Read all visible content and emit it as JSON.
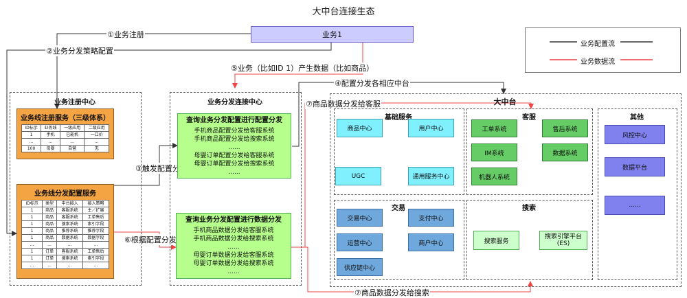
{
  "title": "大中台连接生态",
  "business1": "业务1",
  "legend": {
    "config_flow": "业务配置流",
    "data_flow": "业务数据流"
  },
  "edges": {
    "e1": "①业务注册",
    "e2": "②业务分发策略配置",
    "e3": "③触发配置分发",
    "e4": "④配置分发各相应中台",
    "e5": "⑤业务（比如ID 1）产生数据（比如商品）",
    "e6": "⑥根据配置分发数据",
    "e7a": "⑦商品数据分发给客服",
    "e7b": "⑦商品数据分发给搜索"
  },
  "reg_center": {
    "title": "业务注册中心",
    "service1": {
      "title": "业务线注册服务（三级体系）",
      "headers": [
        "ID标示",
        "业务线",
        "一级应用",
        "二级应用"
      ],
      "rows": [
        [
          "1",
          "手机",
          "已能机",
          "一口价"
        ],
        [
          "...",
          "...",
          "...",
          "..."
        ],
        [
          "100",
          "母婴",
          "自营",
          "无"
        ]
      ]
    },
    "service2": {
      "title": "业务线分发配置服务",
      "headers": [
        "ID标示",
        "类型",
        "中台接入",
        "接入策略"
      ],
      "rows": [
        [
          "1",
          "商品",
          "客服系统",
          "主／扩展"
        ],
        [
          "1",
          "商品",
          "客服系统",
          "工单售后"
        ],
        [
          "1",
          "商品",
          "搜索系统",
          "索引字段"
        ],
        [
          "1",
          "商品",
          "推荐系统",
          "推荐字段"
        ],
        [
          "1",
          "商品",
          "数据系统",
          "数据字段"
        ],
        [
          "...",
          "...",
          "...",
          "..."
        ],
        [
          "1",
          "订单",
          "客服系统",
          "工单售后"
        ],
        [
          "1",
          "订单",
          "搜索系统",
          "索引字段"
        ],
        [
          "...",
          "...",
          "...",
          "..."
        ]
      ]
    }
  },
  "dist_center": {
    "title": "业务分发连接中心",
    "config_box": {
      "title": "查询业务分发配置进行配置分发",
      "lines": [
        "手机商品配置分发给客服系统",
        "手机商品配置分发给搜索系统",
        "......",
        "母婴订单配置分发给客服系统",
        "母婴订单配置分发给搜索系统",
        "......"
      ]
    },
    "data_box": {
      "title": "查询业务分发配置进行数据分发",
      "lines": [
        "手机商品数据分发给客服系统",
        "手机商品数据分发给搜索系统",
        "......",
        "母婴订单数据分发给客服系统",
        "母婴订单数据分发给搜索系统",
        "......"
      ]
    }
  },
  "big_platform": {
    "title": "大中台",
    "basic": {
      "title": "基础服务",
      "items": [
        "商品中心",
        "用户中心",
        "UGC",
        "通用服务中心"
      ]
    },
    "customer": {
      "title": "客服",
      "items": [
        "工单系统",
        "售后系统",
        "IM系统",
        "数据系统",
        "机器人系统"
      ]
    },
    "other": {
      "title": "其他",
      "items": [
        "风控中心",
        "数据平台",
        "......"
      ]
    },
    "trade": {
      "title": "交易",
      "items": [
        "交易中心",
        "支付中心",
        "运营中心",
        "商户中心",
        "供应链中心"
      ]
    },
    "search": {
      "title": "搜索",
      "items": [
        "搜索服务",
        "搜索引擎平台\n(ES)"
      ]
    }
  }
}
